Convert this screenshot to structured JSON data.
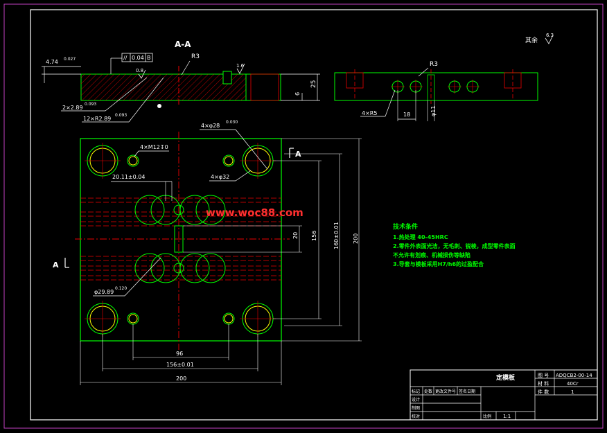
{
  "drawing": {
    "section_title": "A-A",
    "roughness_label": "其余",
    "roughness_value": "6.3",
    "section_marker": "A",
    "view_marker_left": "A",
    "watermark": "www.woc88.com",
    "dims": {
      "d474": "4.74",
      "d474_tol": "0.027",
      "tolerance_frame_sym": "//",
      "tolerance_frame_val": "0.04",
      "tolerance_frame_ref": "B",
      "r3_left": "R3",
      "r3_right": "R3",
      "rough_08": "0.8",
      "rough_16": "1.6",
      "d25": "25",
      "d6": "6",
      "d2x289": "2×2.89",
      "d2x289_tol": "0.093",
      "d12xr289": "12×R2.89",
      "d12xr289_tol": "0.093",
      "d4xr5": "4×R5",
      "d18": "18",
      "dphi11": "φ11",
      "d4xphi28": "4×φ28",
      "d4xphi28_tol": "0.030",
      "d4xm12": "4×M12↧0",
      "d4xphi32": "4×φ32",
      "d2011": "20.11±0.04",
      "d20": "20",
      "d156v": "156",
      "d160": "160±0.01",
      "d200v": "200",
      "dphi2989": "φ29.89",
      "dphi2989_tol": "0.120",
      "d96": "96",
      "d156h": "156±0.01",
      "d200h": "200"
    },
    "tech_notes": {
      "title": "技术条件",
      "line1": "1.热处理 40-45HRC",
      "line2": "2.零件外表面光洁，无毛刺、锐棱，成型零件表面",
      "line3": "不允许有划痕、机械损伤等缺陷",
      "line4": "3.导套与模板采用H7/h6的过盈配合"
    },
    "title_block": {
      "part_name": "定模板",
      "drawing_no_label": "图 号",
      "drawing_no": "ADQCB2-00-14",
      "material_label": "材 料",
      "material": "40Cr",
      "qty_label": "件 数",
      "qty": "1",
      "col_mark": "标记",
      "col_count": "处数",
      "col_file": "更改文件号",
      "col_sign": "签名日期",
      "row_design": "设计",
      "row_draw": "制图",
      "row_check": "校对",
      "scale_label": "比例",
      "scale": "1:1"
    }
  }
}
